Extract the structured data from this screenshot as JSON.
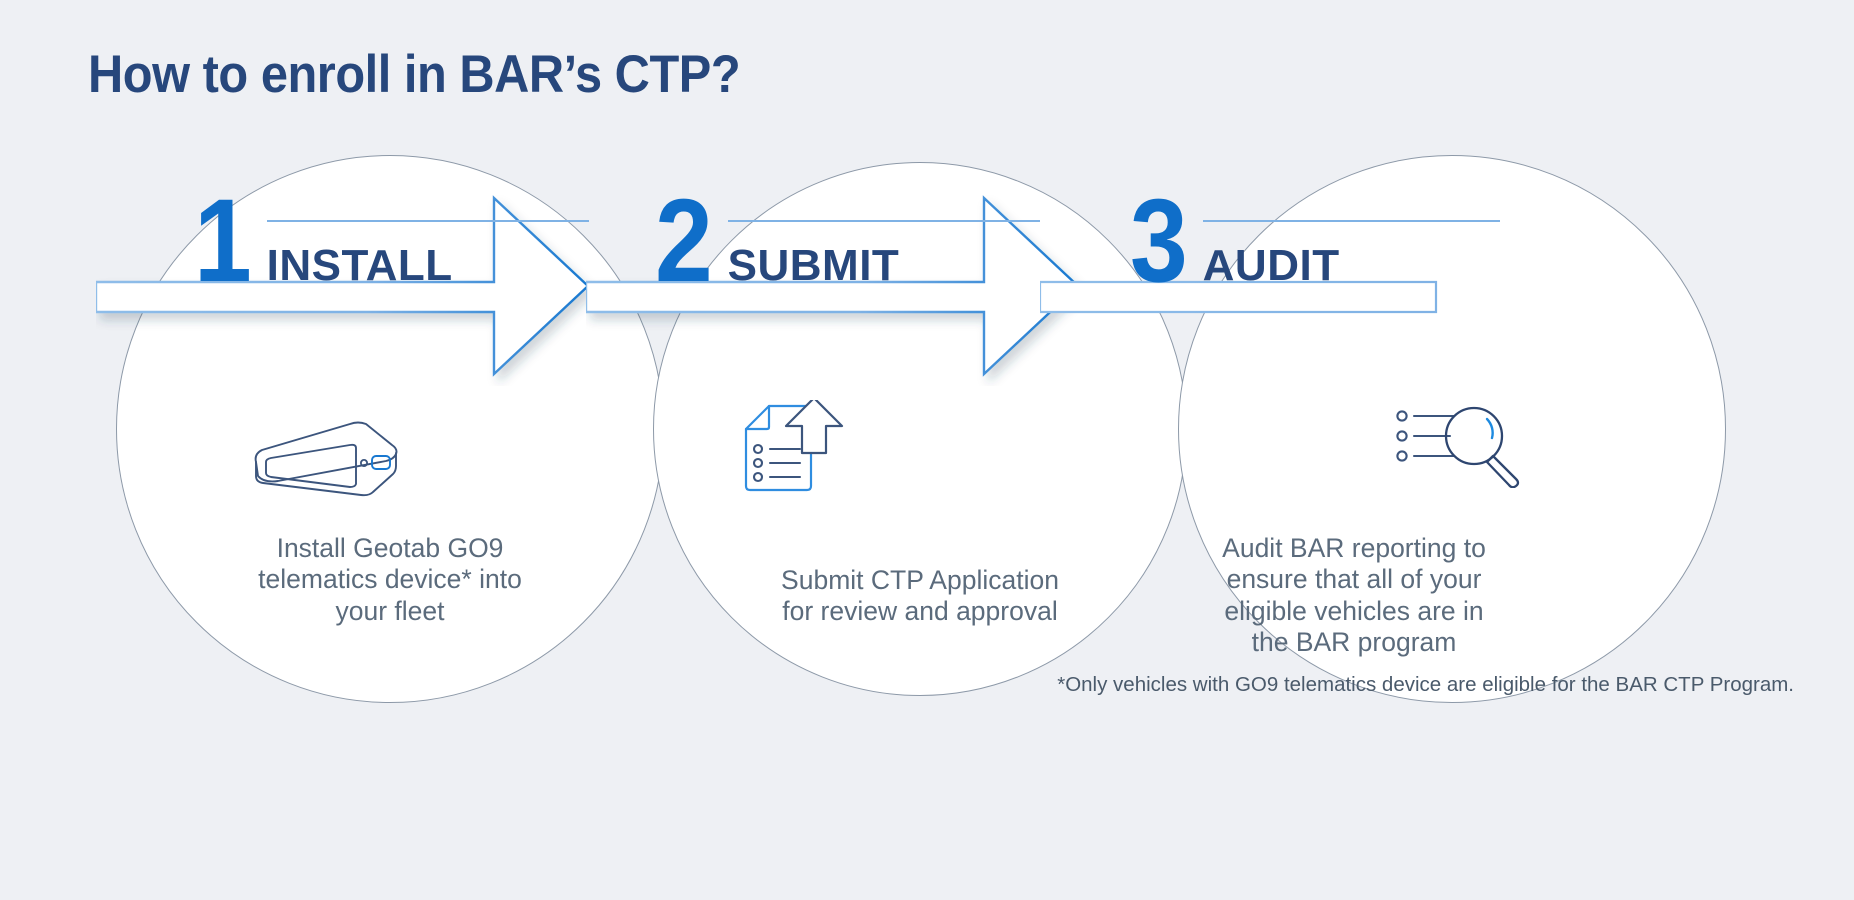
{
  "page": {
    "title": "How to enroll in BAR’s CTP?",
    "background_color": "#eef0f4",
    "accent_blue": "#0f6ec9",
    "navy": "#27477c",
    "body_text_color": "#5b6b7c",
    "rule_color": "#7fb2e5"
  },
  "steps": [
    {
      "number": "1",
      "label": "INSTALL",
      "icon": "telematics-device-icon",
      "body": "Install Geotab GO9 telematics device* into your fleet",
      "body_lines": [
        "Install Geotab GO9",
        "telematics device* into",
        "your fleet"
      ]
    },
    {
      "number": "2",
      "label": "SUBMIT",
      "icon": "document-upload-icon",
      "body": "Submit CTP Application for review and approval",
      "body_lines": [
        "Submit CTP Application",
        "for review and approval"
      ]
    },
    {
      "number": "3",
      "label": "AUDIT",
      "icon": "magnifying-glass-list-icon",
      "body": "Audit BAR reporting to ensure that all of your eligible vehicles are in the BAR program",
      "body_lines": [
        "Audit BAR reporting to",
        "ensure that all of your",
        "eligible vehicles are in",
        "the BAR program"
      ]
    }
  ],
  "footnote": "*Only vehicles with GO9 telematics device are eligible for the BAR CTP Program."
}
